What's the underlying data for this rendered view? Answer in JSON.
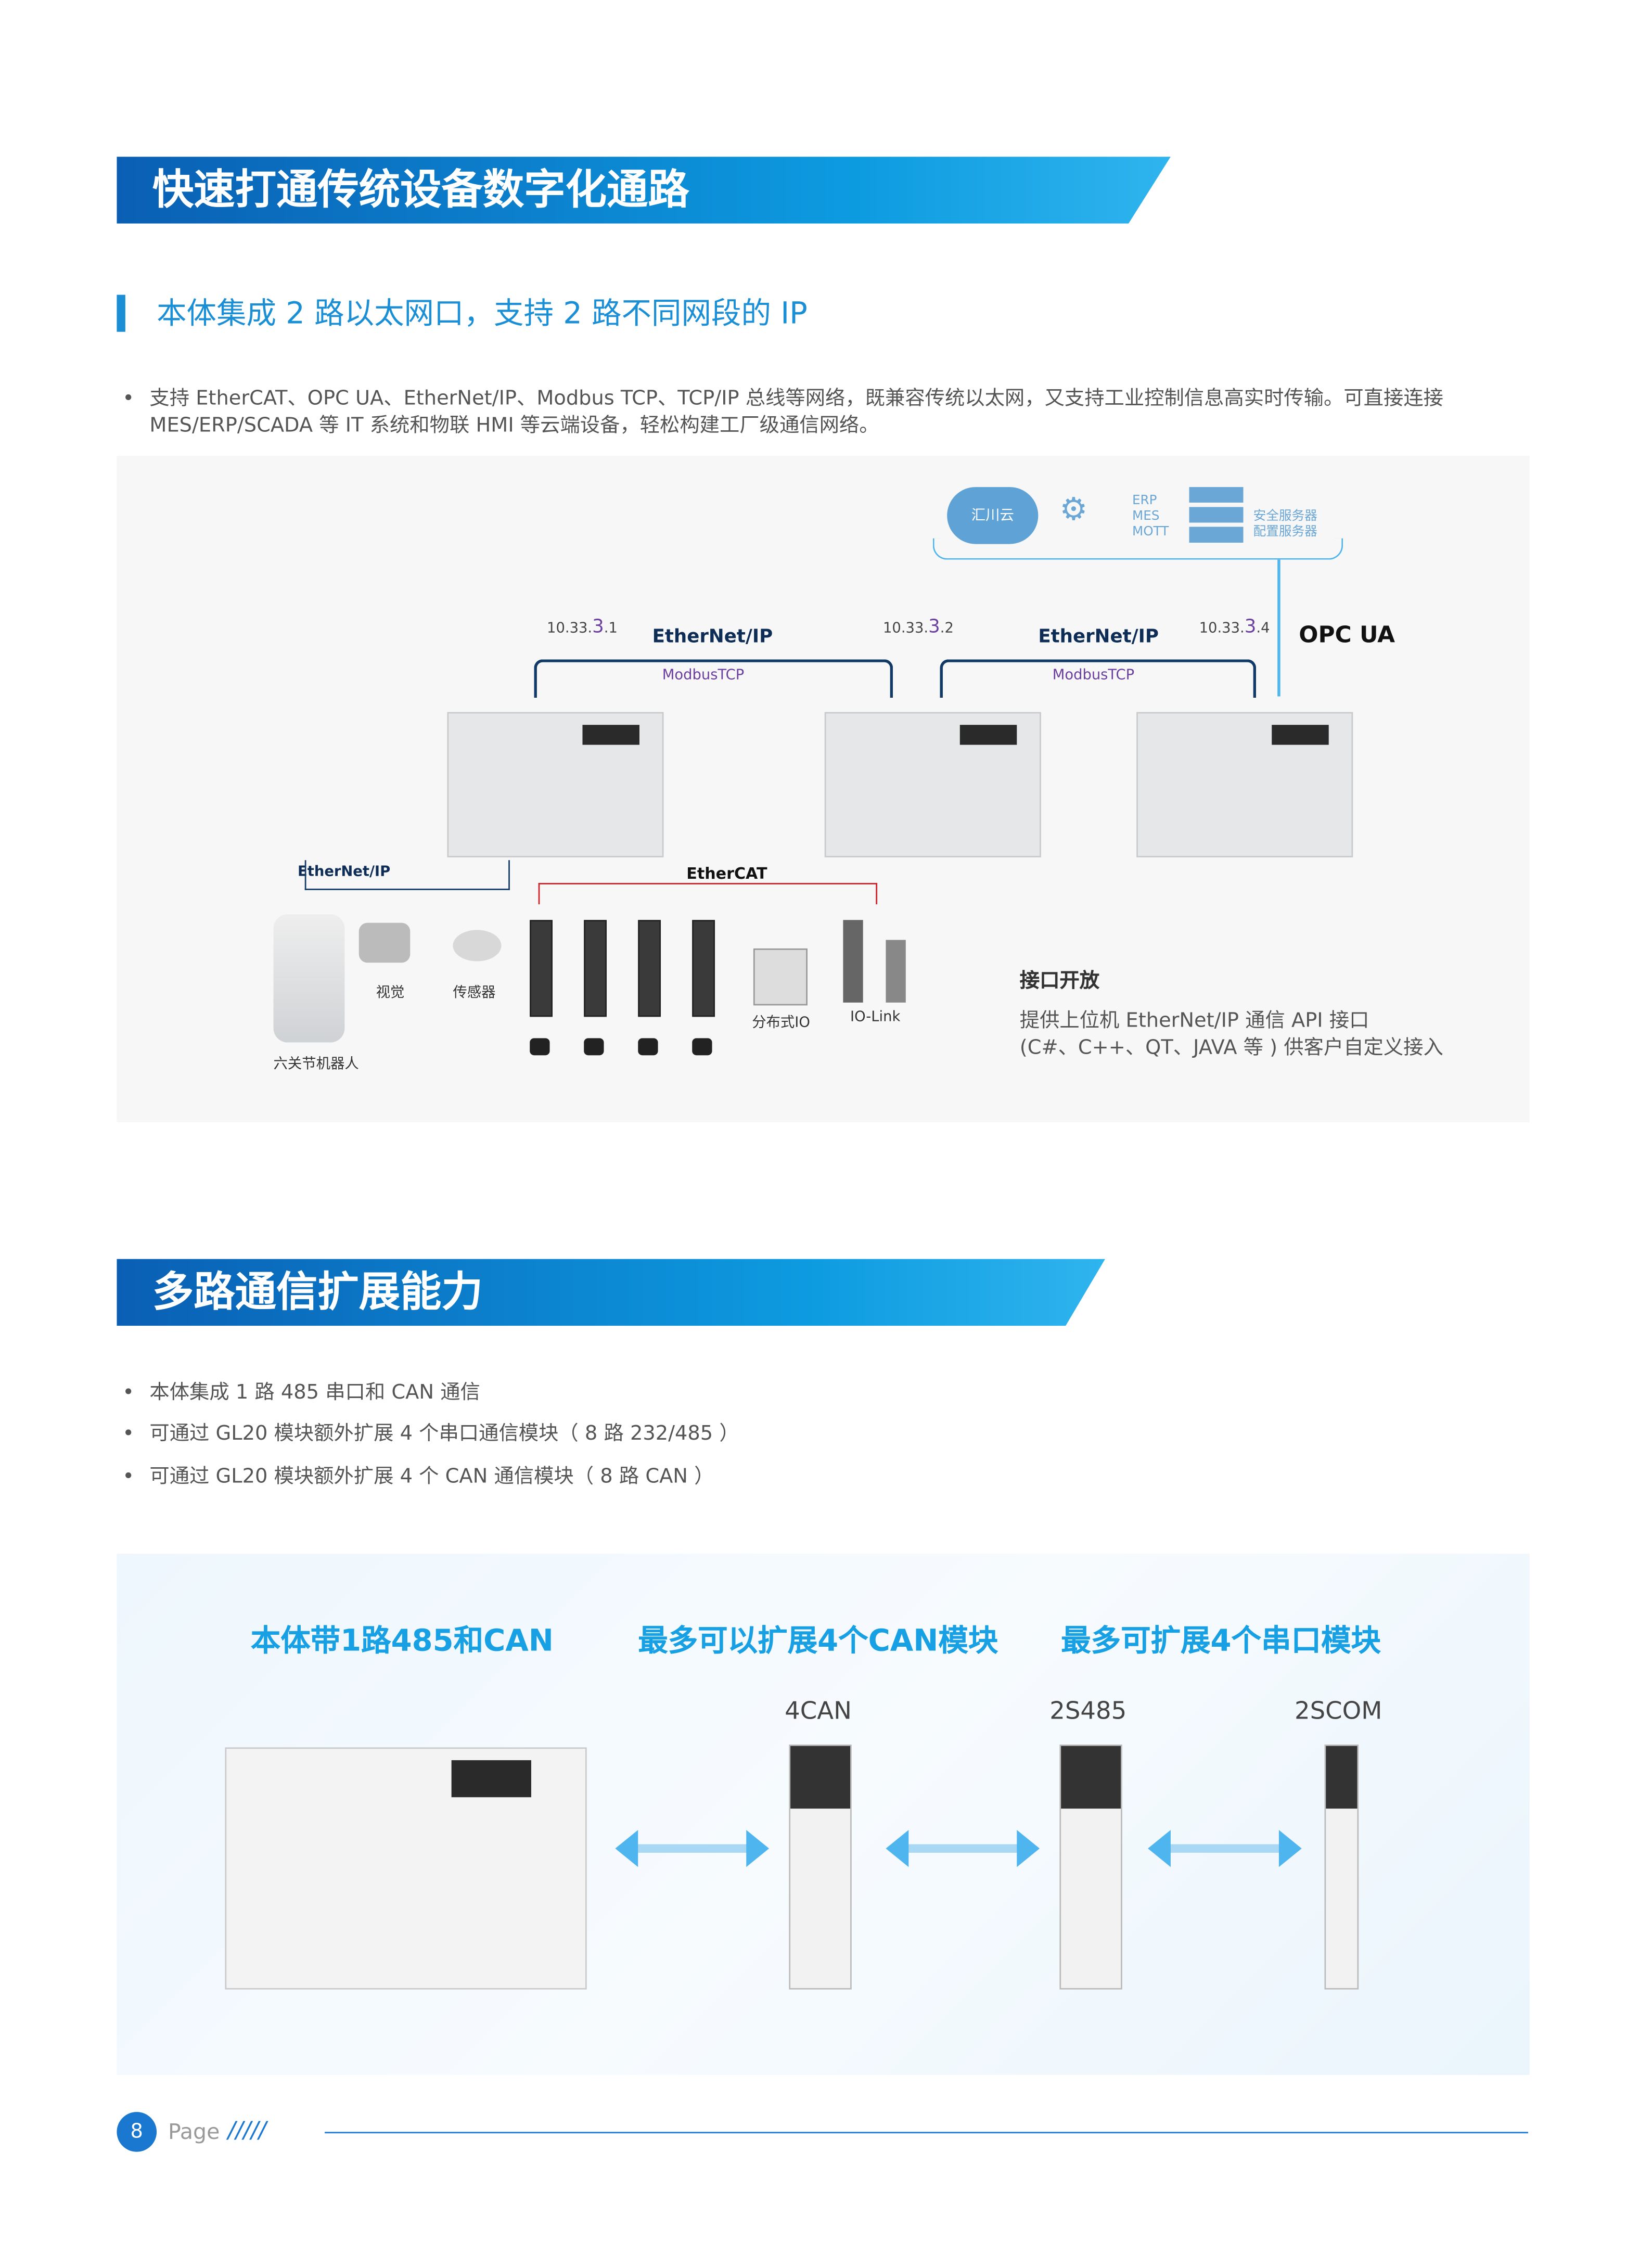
{
  "section1": {
    "title": "快速打通传统设备数字化通路",
    "subtitle": "本体集成 2 路以太网口，支持 2 路不同网段的 IP",
    "bullet": "支持 EtherCAT、OPC UA、EtherNet/IP、Modbus TCP、TCP/IP 总线等网络，既兼容传统以太网，又支持工业控制信息高实时传输。可直接连接 MES/ERP/SCADA 等 IT 系统和物联 HMI 等云端设备，轻松构建工厂级通信网络。",
    "diagram": {
      "cloud": "汇川云",
      "gear_items": [
        "ERP",
        "MES",
        "MOTT"
      ],
      "servers": [
        "安全服务器",
        "配置服务器"
      ],
      "ips": [
        {
          "prefix": "10.33.",
          "mid": "3",
          "suffix": ".1"
        },
        {
          "prefix": "10.33.",
          "mid": "3",
          "suffix": ".2"
        },
        {
          "prefix": "10.33.",
          "mid": "3",
          "suffix": ".4"
        }
      ],
      "ethernetip": "EtherNet/IP",
      "modbus": "ModbusTCP",
      "opcua": "OPC UA",
      "ethercat": "EtherCAT",
      "robot": "六关节机器人",
      "vision": "视觉",
      "sensor": "传感器",
      "dist_io": "分布式IO",
      "iolink": "IO-Link",
      "api_title": "接口开放",
      "api_desc1": "提供上位机 EtherNet/IP 通信 API 接口",
      "api_desc2": "(C#、C++、QT、JAVA 等 ) 供客户自定义接入"
    }
  },
  "section2": {
    "title": "多路通信扩展能力",
    "bullets": [
      "本体集成 1 路 485 串口和 CAN 通信",
      "可通过 GL20 模块额外扩展 4 个串口通信模块（ 8 路 232/485 ）",
      "可通过 GL20 模块额外扩展 4 个 CAN 通信模块（ 8 路 CAN ）"
    ],
    "headings": [
      "本体带1路485和CAN",
      "最多可以扩展4个CAN模块",
      "最多可扩展4个串口模块"
    ],
    "modules": [
      "4CAN",
      "2S485",
      "2SCOM"
    ]
  },
  "footer": {
    "page_number": "8",
    "page_label": "Page",
    "slashes": "/////"
  }
}
